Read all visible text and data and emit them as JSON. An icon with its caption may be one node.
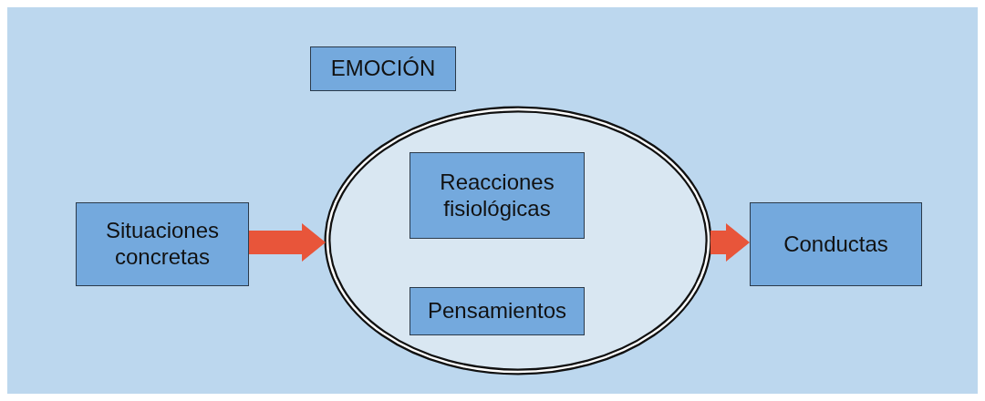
{
  "diagram": {
    "nodes": [
      {
        "text": [
          "Situaciones concretas"
        ]
      },
      {
        "text": [
          "EMOCIÓN"
        ]
      },
      {
        "text": [],
        "shape": "circle"
      },
      {
        "text": [
          "Reacciones fisiológicas"
        ],
        "in": 2
      },
      {
        "text": [
          "Pensamientos"
        ],
        "in": 2
      },
      {
        "text": [
          "Conductas"
        ]
      }
    ],
    "edges": [
      {
        "from": 0,
        "to": 2,
        "arrow": "to",
        "style": "thick",
        "color": "#e8553a"
      },
      {
        "from": 2,
        "to": 5,
        "arrow": "to",
        "style": "thick",
        "color": "#e8553a"
      }
    ]
  }
}
